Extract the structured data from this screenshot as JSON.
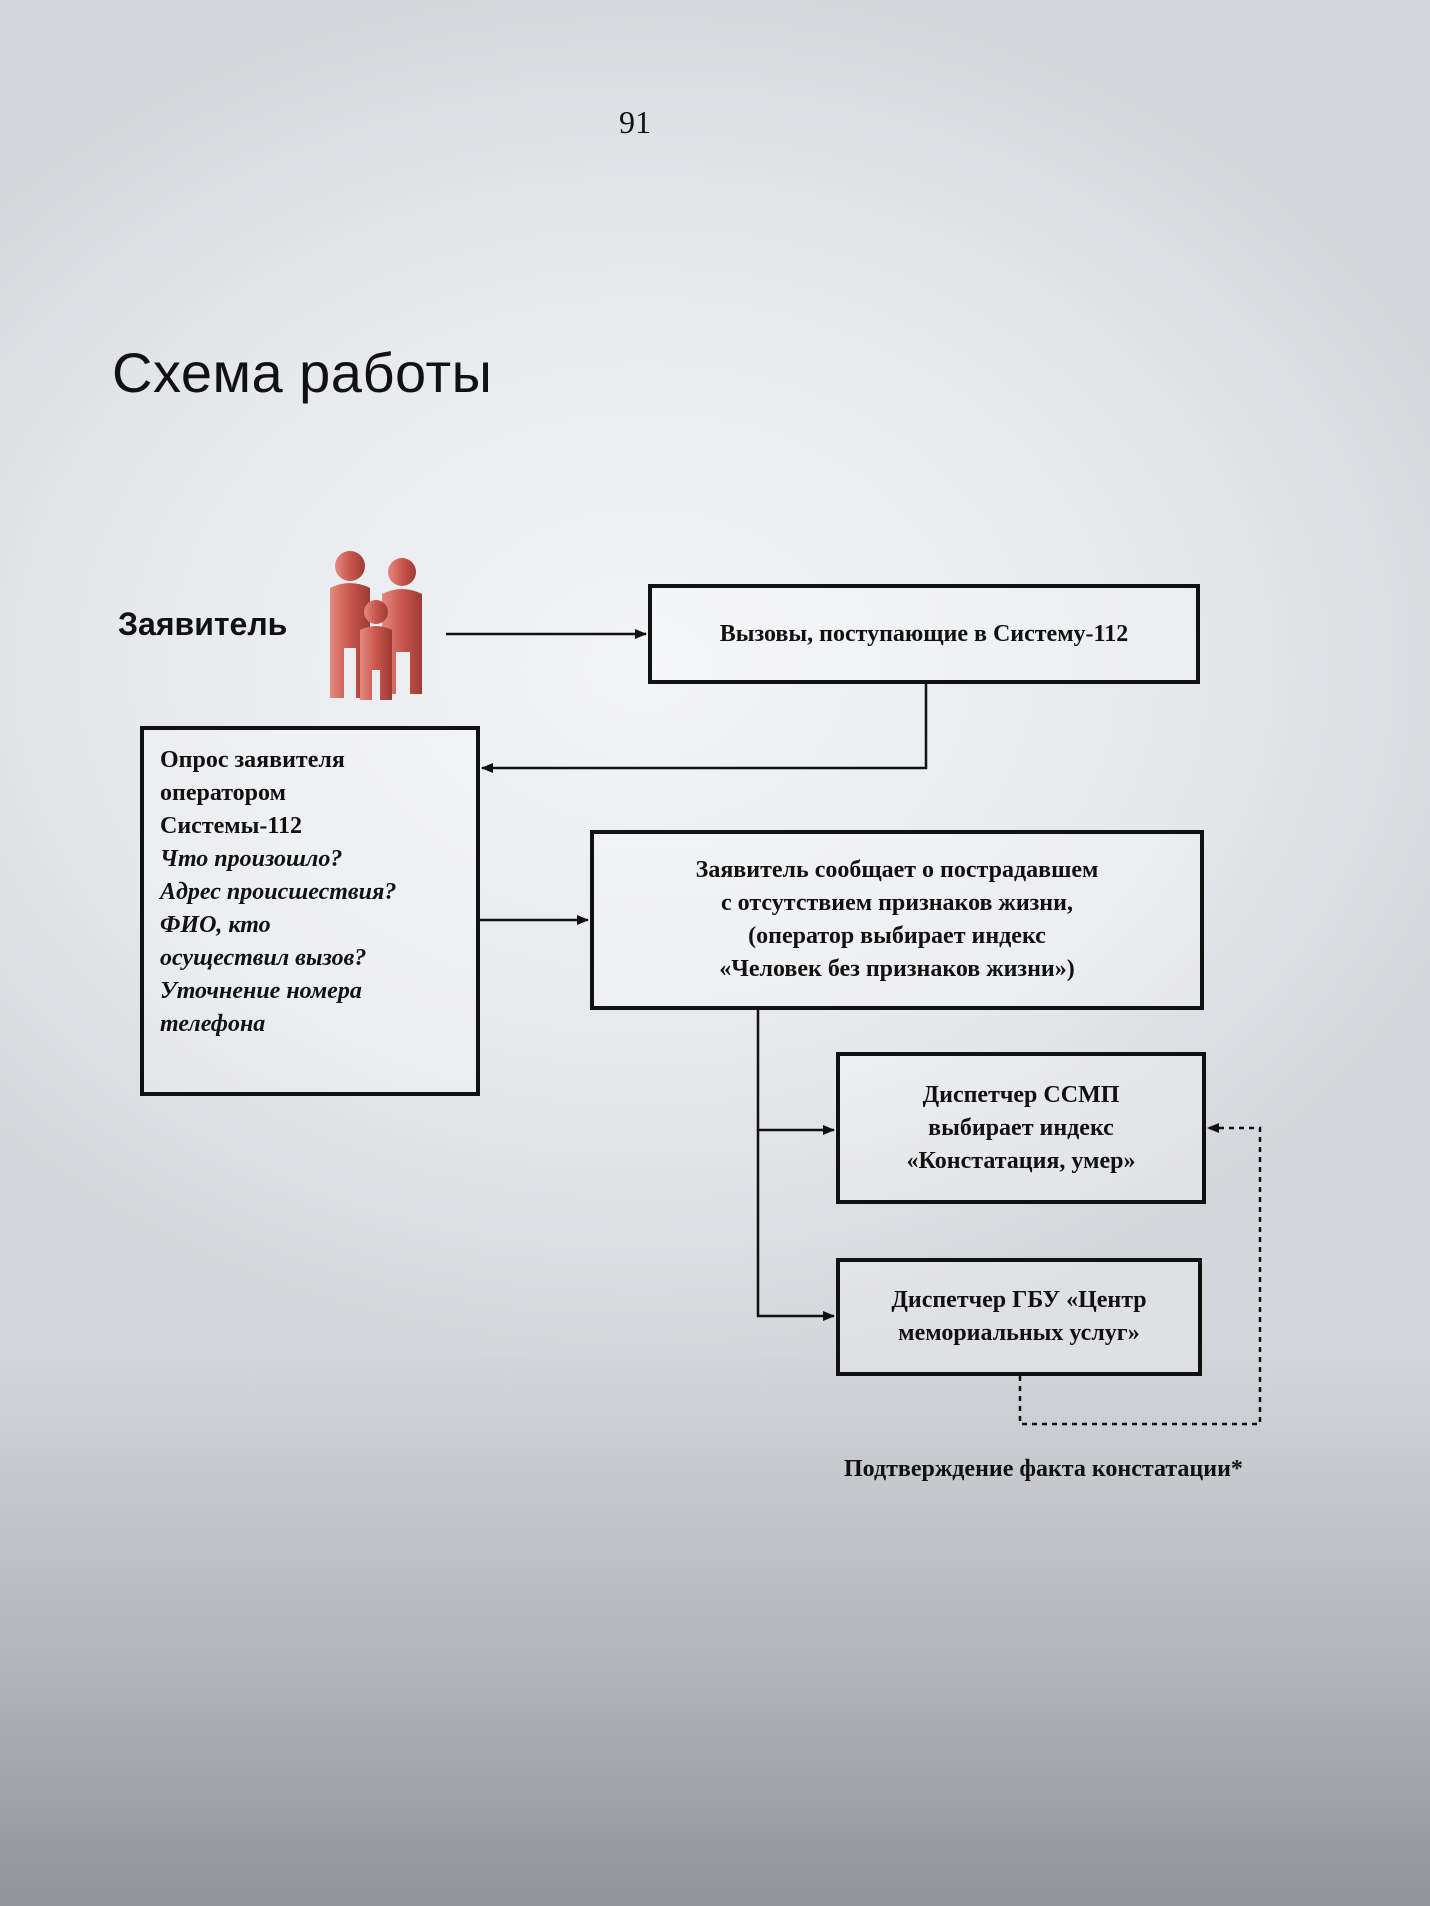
{
  "page_number": "91",
  "title": "Схема работы",
  "applicant": {
    "label": "Заявитель",
    "icon": "people-family-icon",
    "icon_color": "#c8574e"
  },
  "boxes": {
    "calls": "Вызовы, поступающие в Систему-112",
    "survey": {
      "lines": [
        "Опрос заявителя",
        "оператором",
        "Системы-112"
      ],
      "questions": [
        "Что произошло?",
        "Адрес происшествия?",
        "ФИО, кто",
        "осуществил вызов?",
        "Уточнение номера",
        "телефона"
      ]
    },
    "report": [
      "Заявитель сообщает о пострадавшем",
      "с отсутствием признаков жизни,",
      "(оператор выбирает индекс",
      "«Человек без признаков жизни»)"
    ],
    "ssmp": [
      "Диспетчер ССМП",
      "выбирает индекс",
      "«Констатация, умер»"
    ],
    "memorial": [
      "Диспетчер ГБУ «Центр",
      "мемориальных услуг»"
    ]
  },
  "confirmation_note": "Подтверждение факта констатации*"
}
